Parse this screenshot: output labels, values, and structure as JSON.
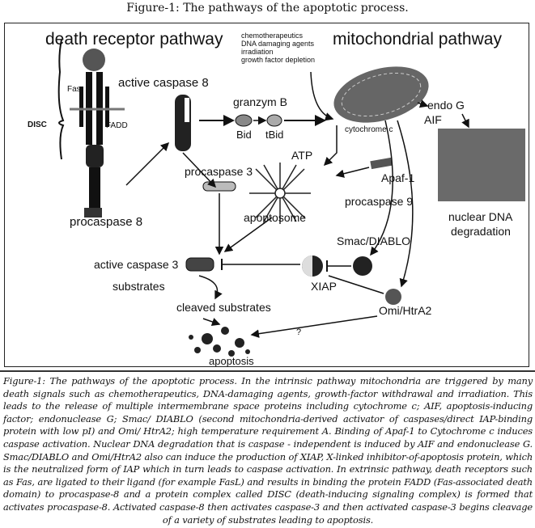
{
  "title": "Figure-1: The pathways of the apoptotic process.",
  "diagram": {
    "death_receptor_pathway": "death receptor pathway",
    "mitochondrial_pathway": "mitochondrial pathway",
    "signals": [
      "chemotherapeutics",
      "DNA damaging agents",
      "irradiation",
      "growth factor depletion"
    ],
    "fas": "Fas",
    "fadd": "FADD",
    "disc": "DISC",
    "active_caspase_8": "active caspase 8",
    "granzym_b": "granzym B",
    "bid": "Bid",
    "tbid": "tBid",
    "endo_g": "endo G",
    "aif": "AIF",
    "atp": "ATP",
    "cytochrome_c": "cytochrome c",
    "apaf1": "Apaf-1",
    "procaspase_3": "procaspase 3",
    "procaspase_9": "procaspase 9",
    "procaspase_8": "procaspase 8",
    "apoptosome": "apoptosome",
    "nuclear_dna": "nuclear DNA",
    "degradation": "degradation",
    "smac_diablo": "Smac/DIABLO",
    "active_caspase_3": "active caspase 3",
    "xiap": "XIAP",
    "substrates": "substrates",
    "cleaved_substrates": "cleaved substrates",
    "omi_htra2": "Omi/HtrA2",
    "question": "?",
    "apoptosis": "apoptosis"
  },
  "caption": "Figure-1: The pathways of the apoptotic process. In the intrinsic pathway mitochondria are triggered by many death signals such as chemotherapeutics, DNA-damaging agents, growth-factor withdrawal and irradiation. This leads to the release of multiple intermembrane space proteins including cytochrome c; AIF, apoptosis-inducing factor; endonuclease G; Smac/ DIABLO (second mitochondria-derived activator of caspases/direct IAP-binding protein with low pI) and Omi/ HtrA2; high temperature requirement A. Binding of Apaf-1 to Cytochrome c induces caspase activation. Nuclear DNA degradation that is caspase - independent is induced by AIF and endonuclease G. Smac/DIABLO and Omi/HtrA2 also can induce the production of XIAP, X-linked inhibitor-of-apoptosis protein, which is the neutralized form of IAP which in turn leads to caspase activation. In extrinsic pathway, death receptors such as Fas, are ligated to their ligand (for example FasL) and results in binding the protein FADD (Fas-associated death domain) to procaspase-8 and a protein complex called DISC (death-inducing signaling complex) is formed that activates procaspase-8. Activated caspase-8 then activates caspase-3 and then activated caspase-3 begins cleavage of a variety of substrates leading to apoptosis."
}
